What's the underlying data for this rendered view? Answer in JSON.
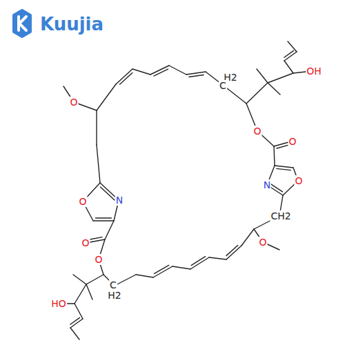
{
  "diagram": {
    "labels": [
      "Kuujia",
      "O",
      "OH",
      "H2",
      "C",
      "O",
      "O",
      "N",
      "O",
      "CH2",
      "O",
      "O",
      "N",
      "O",
      "O",
      "HO",
      "C",
      "H2"
    ]
  }
}
